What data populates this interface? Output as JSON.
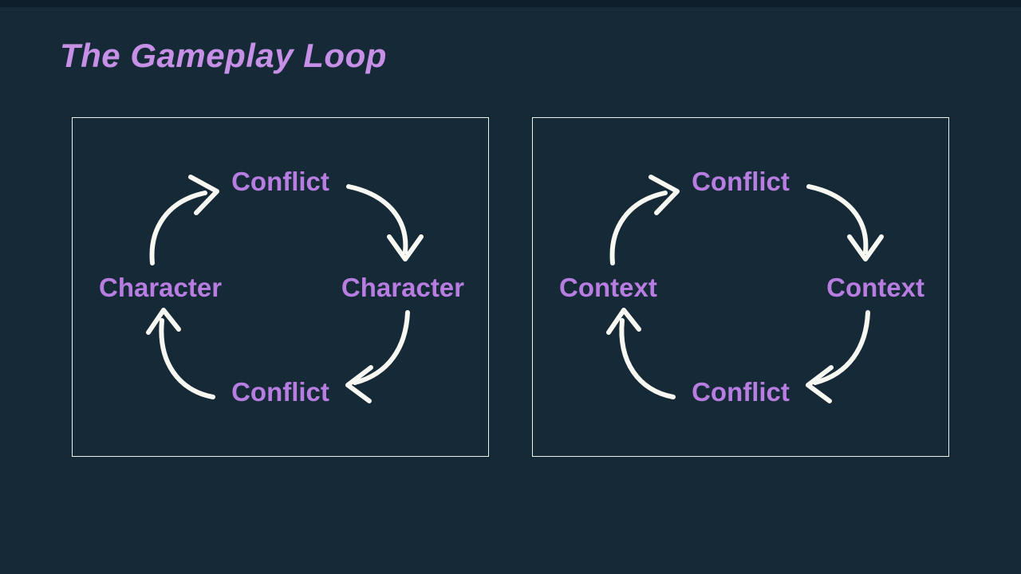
{
  "page": {
    "title": "The Gameplay Loop"
  },
  "colors": {
    "background": "#152937",
    "top_strip": "#0e1f2b",
    "title_text": "#c690e6",
    "node_text": "#b77de0",
    "arrow": "#f8f8f3",
    "panel_border": "#edf2ee"
  },
  "diagrams": [
    {
      "id": "character-loop",
      "flow": "clockwise",
      "nodes": {
        "top": "Conflict",
        "right": "Character",
        "bottom": "Conflict",
        "left": "Character"
      }
    },
    {
      "id": "context-loop",
      "flow": "clockwise",
      "nodes": {
        "top": "Conflict",
        "right": "Context",
        "bottom": "Conflict",
        "left": "Context"
      }
    }
  ]
}
